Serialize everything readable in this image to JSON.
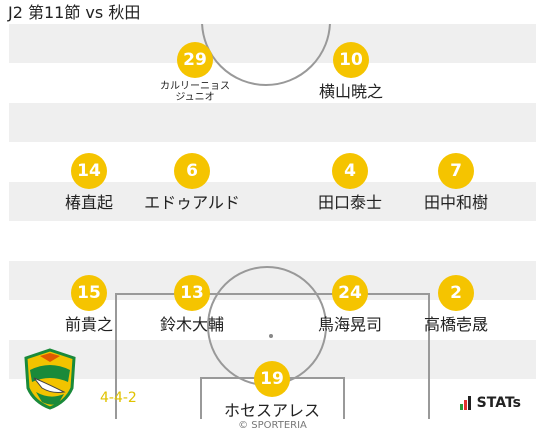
{
  "header": {
    "title": "J2 第11節 vs 秋田"
  },
  "formation": "4-4-2",
  "brand": {
    "stats_label": "STATs",
    "copyright": "© SPORTERIA"
  },
  "colors": {
    "badge": "#f5c400",
    "badge_text": "#ffffff",
    "formation": "#e0c200",
    "stripe": "#efefef",
    "lines": "#999999"
  },
  "players": [
    {
      "number": "29",
      "name": "カルリーニョス\nジュニオ"
    },
    {
      "number": "10",
      "name": "横山暁之"
    },
    {
      "number": "14",
      "name": "椿直起"
    },
    {
      "number": "6",
      "name": "エドゥアルド"
    },
    {
      "number": "4",
      "name": "田口泰士"
    },
    {
      "number": "7",
      "name": "田中和樹"
    },
    {
      "number": "15",
      "name": "前貴之"
    },
    {
      "number": "13",
      "name": "鈴木大輔"
    },
    {
      "number": "24",
      "name": "鳥海晃司"
    },
    {
      "number": "2",
      "name": "高橋壱晟"
    },
    {
      "number": "19",
      "name": "ホセスアレス"
    }
  ],
  "icons": {
    "logo": "club-crest-icon",
    "stats_logo": "stats-bars-icon"
  }
}
